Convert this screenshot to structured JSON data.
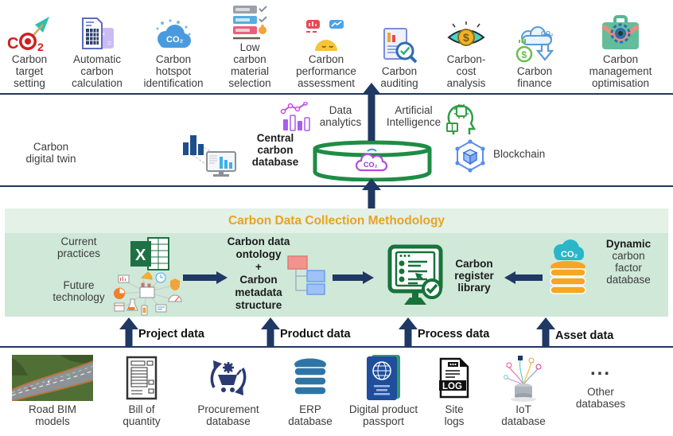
{
  "banner": {
    "title": "Carbon Data Collection Methodology"
  },
  "top_row": {
    "items": [
      {
        "label": "Carbon\ntarget\nsetting"
      },
      {
        "label": "Automatic\ncarbon\ncalculation"
      },
      {
        "label": "Carbon\nhotspot\nidentification"
      },
      {
        "label": "Low\ncarbon\nmaterial\nselection"
      },
      {
        "label": "Carbon\nperformance\nassessment"
      },
      {
        "label": "Carbon\nauditing"
      },
      {
        "label": "Carbon-\ncost\nanalysis"
      },
      {
        "label": "Carbon\nfinance"
      },
      {
        "label": "Carbon\nmanagement\noptimisation"
      }
    ]
  },
  "enablers": {
    "carbon_digital_twin": "Carbon\ndigital twin",
    "central_carbon_database": "Central\ncarbon\ndatabase",
    "data_analytics": "Data\nanalytics",
    "artificial_intelligence": "Artificial\nIntelligence",
    "blockchain": "Blockchain"
  },
  "methodology": {
    "current_practices": "Current\npractices",
    "future_technology": "Future\ntechnology",
    "ontology": "Carbon data\nontology\n+\nCarbon\nmetadata\nstructure",
    "register": "Carbon\nregister\nlibrary",
    "dynamic_bold": "Dynamic",
    "dynamic_rest": "carbon\nfactor\ndatabase"
  },
  "data_flows": {
    "items": [
      {
        "label": "Project data"
      },
      {
        "label": "Product data"
      },
      {
        "label": "Process data"
      },
      {
        "label": "Asset data"
      }
    ]
  },
  "sources": {
    "dots": "...",
    "items": [
      {
        "label": "Road BIM\nmodels"
      },
      {
        "label": "Bill of\nquantity"
      },
      {
        "label": "Procurement\ndatabase"
      },
      {
        "label": "ERP\ndatabase"
      },
      {
        "label": "Digital product\npassport"
      },
      {
        "label": "Site\nlogs"
      },
      {
        "label": "IoT\ndatabase"
      },
      {
        "label": "Other\ndatabases"
      }
    ]
  },
  "colors": {
    "navy": "#1f3864",
    "title_orange": "#eba222",
    "band_strip_green": "#e3f1e7",
    "band_body_green": "#cfe8d8",
    "database_green": "#1e8c45",
    "register_green": "#17733a",
    "factor_yellow": "#f5a623",
    "erp_blue": "#2e75a6"
  }
}
